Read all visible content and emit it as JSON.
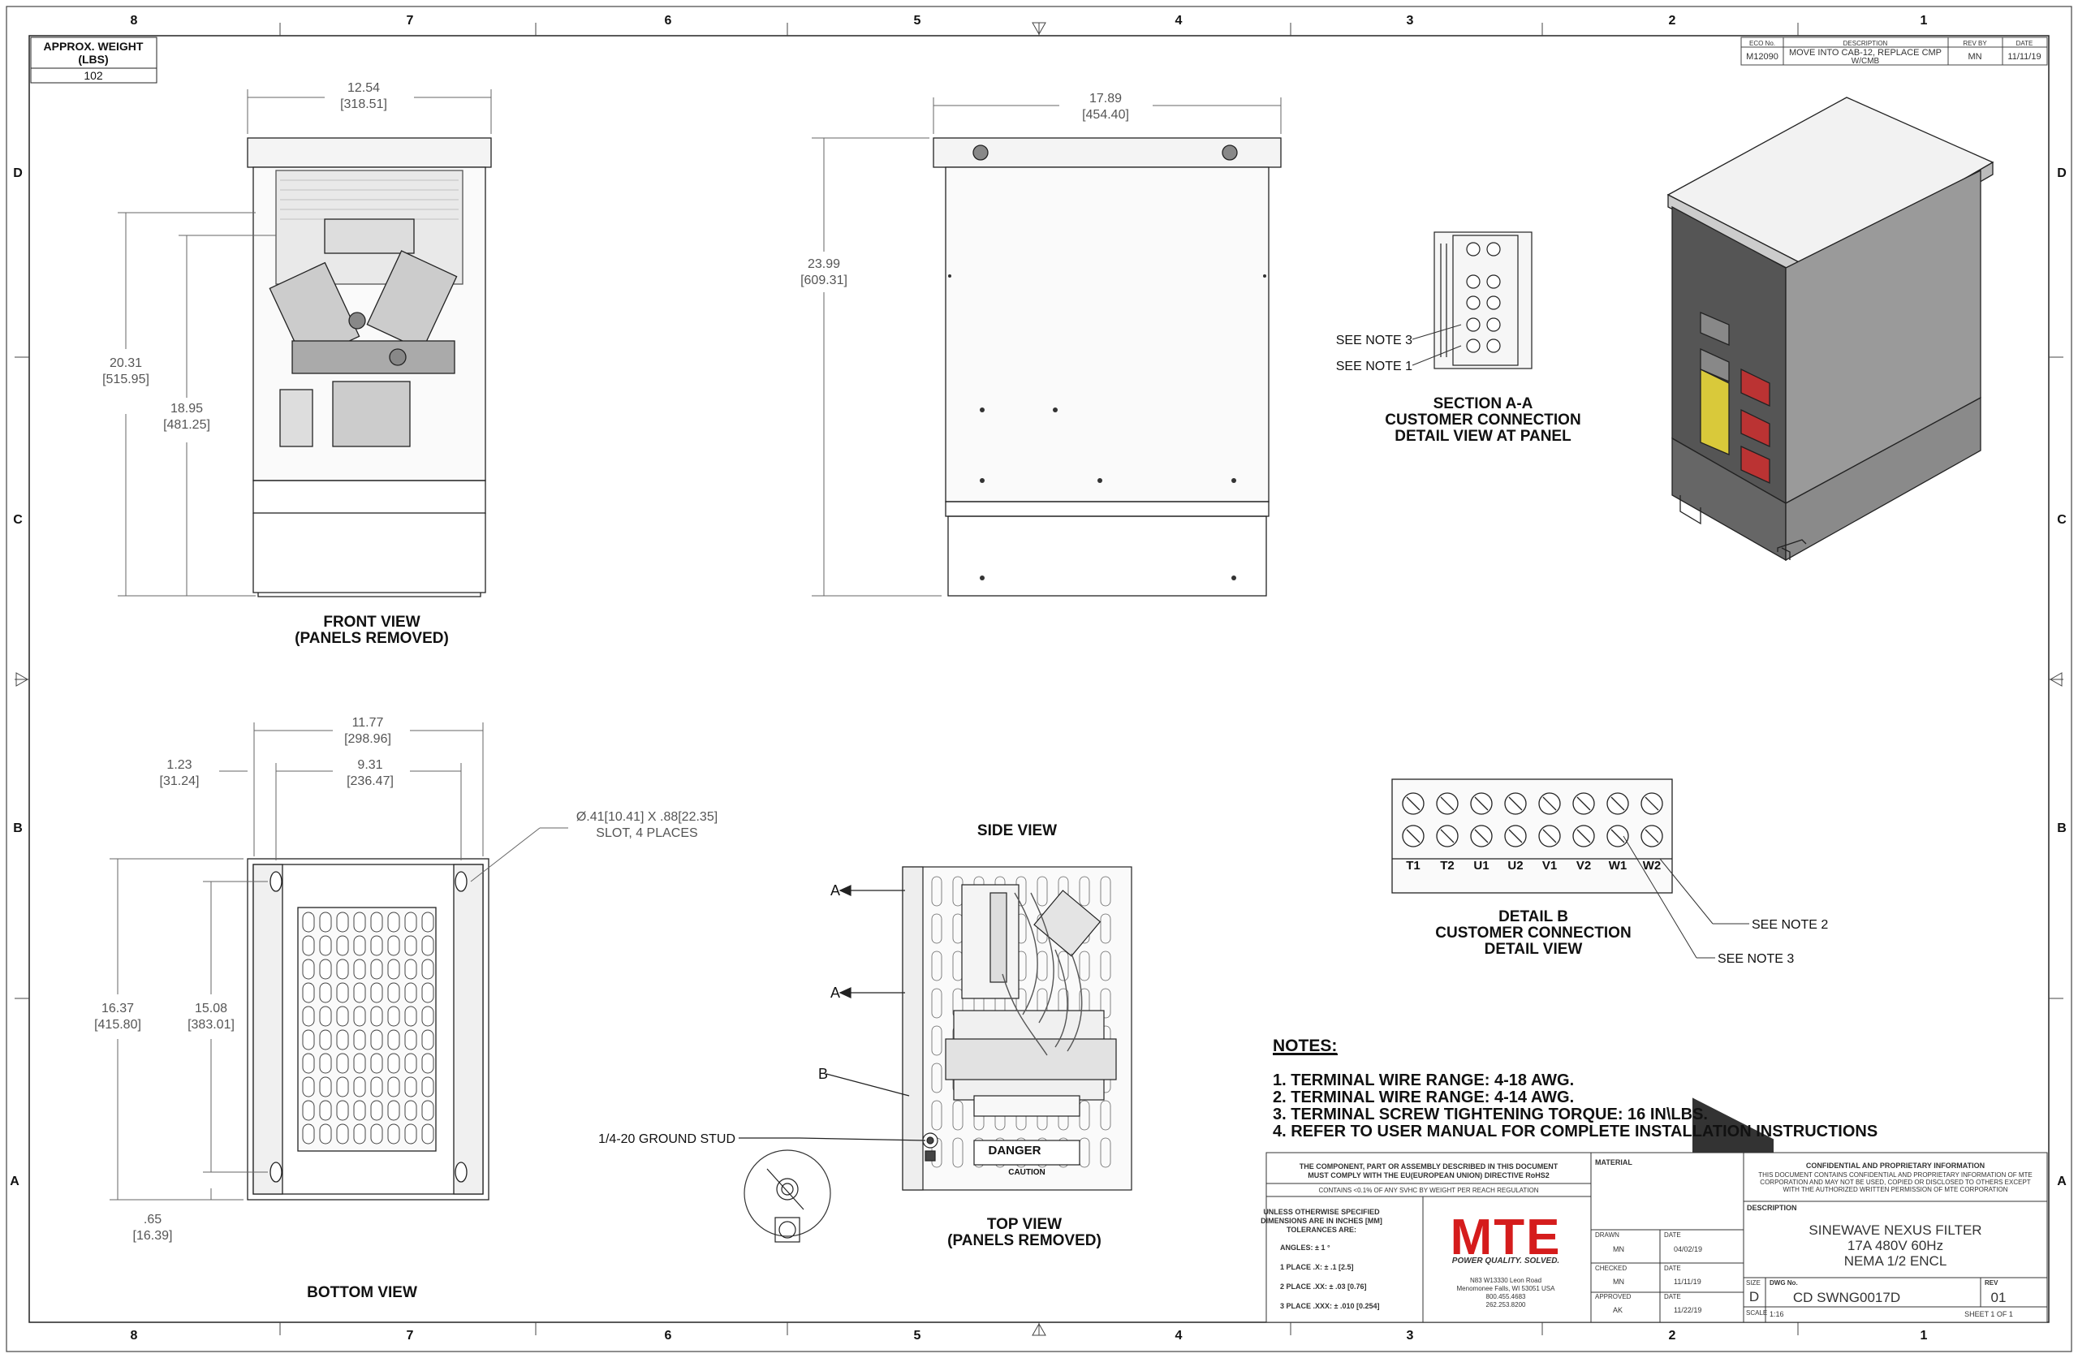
{
  "weight": {
    "label_1": "APPROX. WEIGHT",
    "label_2": "(LBS)",
    "value": "102"
  },
  "revision_block": {
    "headers": [
      "ECO No.",
      "DESCRIPTION",
      "REV BY",
      "DATE"
    ],
    "eco": "M12090",
    "description_1": "MOVE INTO CAB-12, REPLACE CMP",
    "description_2": "W/CMB",
    "rev_by": "MN",
    "date": "11/11/19"
  },
  "zones": {
    "columns": [
      "8",
      "7",
      "6",
      "5",
      "4",
      "3",
      "2",
      "1"
    ],
    "rows": [
      "D",
      "C",
      "B",
      "A"
    ]
  },
  "dimensions": {
    "front_width": "12.54",
    "front_width_mm": "[318.51]",
    "front_height_outer": "20.31",
    "front_height_outer_mm": "[515.95]",
    "front_height_inner": "18.95",
    "front_height_inner_mm": "[481.25]",
    "side_width": "17.89",
    "side_width_mm": "[454.40]",
    "side_height": "23.99",
    "side_height_mm": "[609.31]",
    "bottom_width_outer": "11.77",
    "bottom_width_outer_mm": "[298.96]",
    "bottom_width_inner": "9.31",
    "bottom_width_inner_mm": "[236.47]",
    "bottom_offset": "1.23",
    "bottom_offset_mm": "[31.24]",
    "bottom_slot_1": "Ø.41[10.41] X .88[22.35]",
    "bottom_slot_2": "SLOT, 4 PLACES",
    "bottom_height_outer": "16.37",
    "bottom_height_outer_mm": "[415.80]",
    "bottom_height_inner": "15.08",
    "bottom_height_inner_mm": "[383.01]",
    "bottom_edge": ".65",
    "bottom_edge_mm": "[16.39]"
  },
  "views": {
    "front_1": "FRONT VIEW",
    "front_2": "(PANELS REMOVED)",
    "side": "SIDE VIEW",
    "bottom": "BOTTOM VIEW",
    "top_1": "TOP VIEW",
    "top_2": "(PANELS REMOVED)",
    "section_1": "SECTION A-A",
    "section_2": "CUSTOMER CONNECTION",
    "section_3": "DETAIL VIEW AT PANEL",
    "detail_1": "DETAIL B",
    "detail_2": "CUSTOMER CONNECTION",
    "detail_3": "DETAIL VIEW"
  },
  "callouts": {
    "see_note_3": "SEE NOTE 3",
    "see_note_1": "SEE NOTE 1",
    "see_note_2": "SEE NOTE 2",
    "ground_stud": "1/4-20 GROUND STUD",
    "marker_a": "A",
    "marker_b": "B",
    "danger": "DANGER",
    "caution": "CAUTION"
  },
  "terminals": [
    "T1",
    "T2",
    "U1",
    "U2",
    "V1",
    "V2",
    "W1",
    "W2"
  ],
  "notes": {
    "title": "NOTES:",
    "items": [
      "1.  TERMINAL WIRE RANGE: 4-18 AWG.",
      "2.  TERMINAL WIRE RANGE: 4-14 AWG.",
      "3.  TERMINAL SCREW TIGHTENING TORQUE: 16 IN\\LBS.",
      "4.  REFER TO USER MANUAL FOR COMPLETE INSTALLATION INSTRUCTIONS"
    ]
  },
  "title_block": {
    "rohs_1": "THE COMPONENT, PART OR ASSEMBLY DESCRIBED IN THIS DOCUMENT",
    "rohs_2": "MUST COMPLY WITH THE EU(EUROPEAN UNION) DIRECTIVE RoHS2",
    "svhc": "CONTAINS <0.1% OF ANY SVHC BY WEIGHT PER REACH REGULATION",
    "tol_1": "UNLESS OTHERWISE SPECIFIED",
    "tol_2": "DIMENSIONS ARE IN INCHES [MM]",
    "tol_3": "TOLERANCES ARE:",
    "tol_angles": "ANGLES: ± 1 °",
    "tol_1place": "1 PLACE .X: ± .1 [2.5]",
    "tol_2place": "2 PLACE .XX: ± .03 [0.76]",
    "tol_3place": "3 PLACE .XXX: ± .010 [0.254]",
    "logo": "MTE",
    "tagline": "POWER QUALITY. SOLVED.",
    "address_1": "N83 W13330 Leon Road",
    "address_2": "Menomonee Falls, WI 53051 USA",
    "address_3": "800.455.4683",
    "address_4": "262.253.8200",
    "material_label": "MATERIAL",
    "drawn_label": "DRAWN",
    "drawn_by": "MN",
    "drawn_date": "04/02/19",
    "checked_label": "CHECKED",
    "checked_by": "MN",
    "checked_date": "11/11/19",
    "approved_label": "APPROVED",
    "approved_by": "AK",
    "approved_date": "11/22/19",
    "date_label": "DATE",
    "conf_title": "CONFIDENTIAL AND PROPRIETARY INFORMATION",
    "conf_1": "THIS DOCUMENT CONTAINS CONFIDENTIAL AND PROPRIETARY INFORMATION OF MTE",
    "conf_2": "CORPORATION AND MAY NOT BE USED, COPIED OR DISCLOSED TO OTHERS EXCEPT",
    "conf_3": "WITH THE AUTHORIZED WRITTEN PERMISSION OF MTE CORPORATION",
    "desc_label": "DESCRIPTION",
    "desc_1": "SINEWAVE NEXUS FILTER",
    "desc_2": "17A 480V 60Hz",
    "desc_3": "NEMA 1/2 ENCL",
    "size_label": "SIZE",
    "size": "D",
    "dwg_label": "DWG No.",
    "dwg_no": "CD SWNG0017D",
    "rev_label": "REV",
    "rev": "01",
    "scale_label": "SCALE",
    "scale": "1:16",
    "sheet": "SHEET 1  OF 1"
  }
}
